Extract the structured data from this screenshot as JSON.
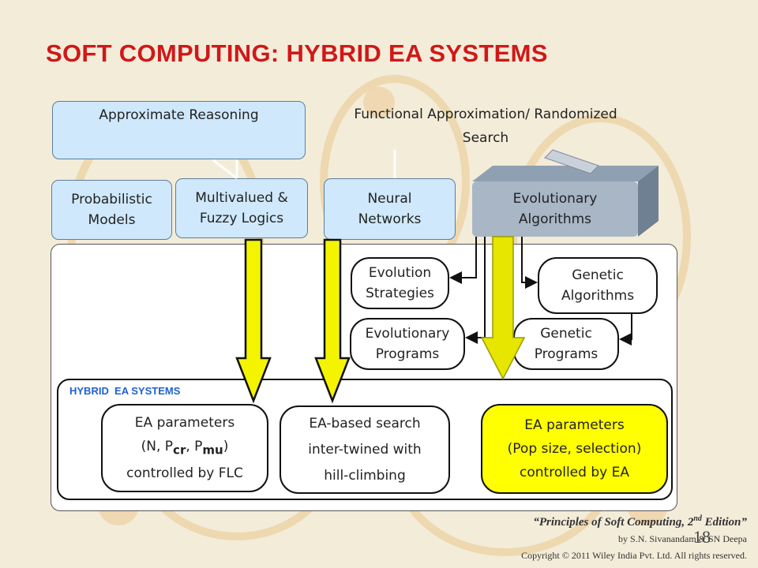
{
  "slide": {
    "title": "SOFT COMPUTING: HYBRID EA SYSTEMS",
    "page_number": "18"
  },
  "top": {
    "approximate_reasoning": "Approximate Reasoning",
    "functional_approx": "Functional Approximation/ Randomized\nSearch"
  },
  "categories": {
    "probabilistic": "Probabilistic\nModels",
    "fuzzy": "Multivalued &\nFuzzy Logics",
    "neural": "Neural\nNetworks",
    "evolutionary": "Evolutionary\nAlgorithms"
  },
  "ea_types": {
    "evolution_strategies": "Evolution\nStrategies",
    "evolutionary_programs": "Evolutionary\nPrograms",
    "genetic_algorithms": "Genetic\nAlgorithms",
    "genetic_programs": "Genetic\nPrograms"
  },
  "hybrid": {
    "label": "HYBRID  EA SYSTEMS",
    "flc_line1": "EA parameters",
    "flc_line2": "(N, P",
    "flc_sub_cr": "cr",
    "flc_mid": ", P",
    "flc_sub_mu": "mu",
    "flc_close": ")",
    "flc_line3": "controlled by FLC",
    "nn_box": "EA-based search\ninter-twined with\nhill-climbing",
    "ea_line1": "EA  parameters",
    "ea_line2": "(Pop size, selection)",
    "ea_line3": "controlled by EA"
  },
  "footer": {
    "book_title": "“Principles of Soft Computing, 2",
    "book_sup": "nd",
    "book_title_end": " Edition”",
    "authors": "by S.N. Sivanandam & SN Deepa",
    "copyright": "Copyright © 2011 Wiley India Pvt. Ltd.  All rights reserved."
  },
  "colors": {
    "title": "#d01818",
    "box_blue": "#cfe8fb",
    "ea_box": "#a8b6c6",
    "arrow_yellow": "#f4f400",
    "hybrid_label": "#1f5fd6"
  }
}
